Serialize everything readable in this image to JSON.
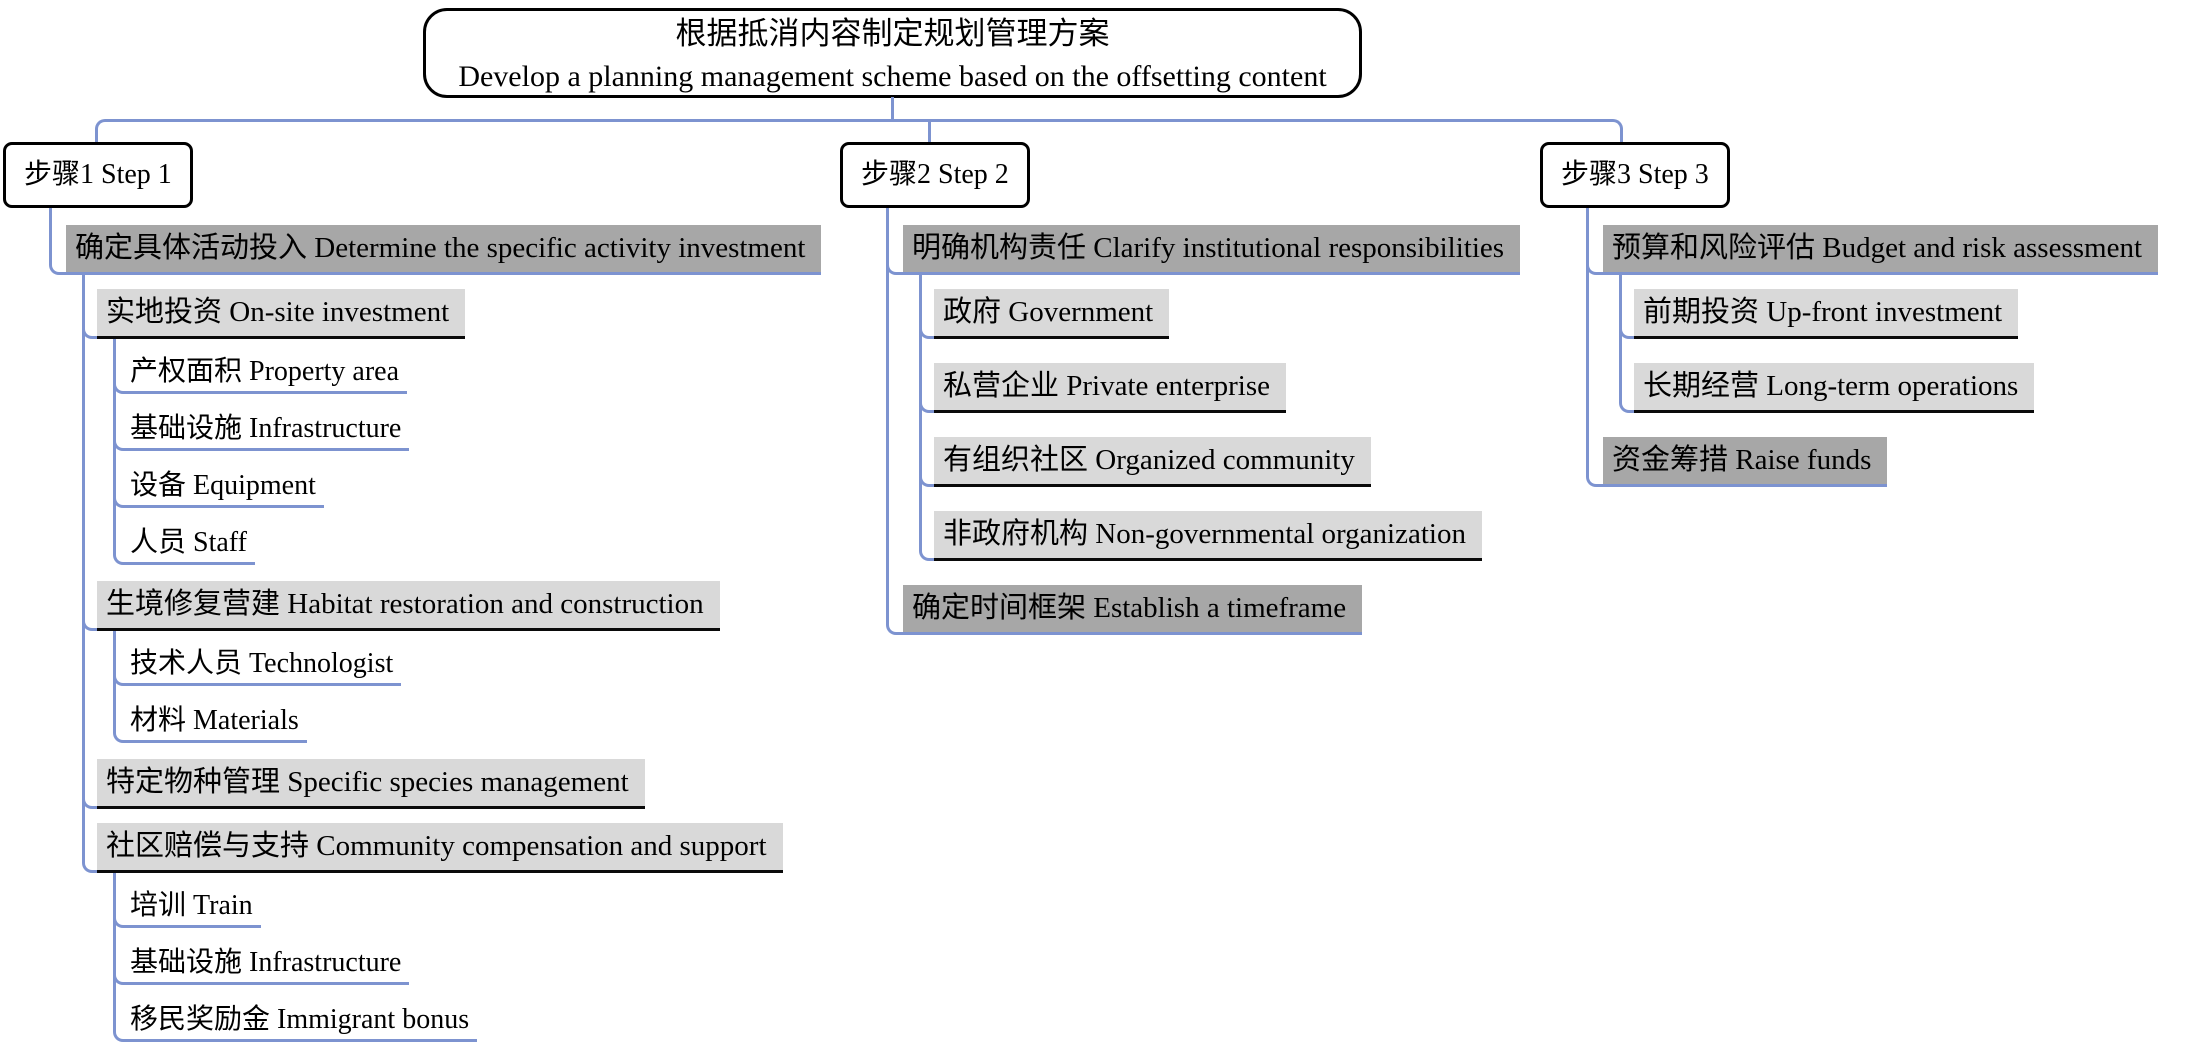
{
  "title": {
    "zh": "根据抵消内容制定规划管理方案",
    "en": "Develop a planning management scheme based on the offsetting content"
  },
  "colors": {
    "connector_blue": "#7d93d0",
    "dark_gray": "#a7a7a7",
    "light_gray": "#d9d9d9",
    "box_border": "#000000",
    "background": "#ffffff"
  },
  "steps": [
    {
      "label": "步骤1 Step 1",
      "children": [
        {
          "label": "确定具体活动投入 Determine the specific activity investment",
          "level": "dark",
          "children": [
            {
              "label": "实地投资 On-site investment",
              "level": "light",
              "children": [
                {
                  "label": "产权面积 Property area",
                  "level": "plain"
                },
                {
                  "label": "基础设施 Infrastructure",
                  "level": "plain"
                },
                {
                  "label": "设备 Equipment",
                  "level": "plain"
                },
                {
                  "label": "人员 Staff",
                  "level": "plain"
                }
              ]
            },
            {
              "label": "生境修复营建 Habitat restoration and construction",
              "level": "light",
              "children": [
                {
                  "label": "技术人员 Technologist",
                  "level": "plain"
                },
                {
                  "label": "材料 Materials",
                  "level": "plain"
                }
              ]
            },
            {
              "label": "特定物种管理 Specific species management",
              "level": "light",
              "children": []
            },
            {
              "label": "社区赔偿与支持 Community compensation and support",
              "level": "light",
              "children": [
                {
                  "label": "培训 Train",
                  "level": "plain"
                },
                {
                  "label": "基础设施 Infrastructure",
                  "level": "plain"
                },
                {
                  "label": "移民奖励金 Immigrant bonus",
                  "level": "plain"
                }
              ]
            }
          ]
        }
      ]
    },
    {
      "label": "步骤2 Step 2",
      "children": [
        {
          "label": "明确机构责任 Clarify institutional responsibilities",
          "level": "dark",
          "children": [
            {
              "label": "政府 Government",
              "level": "light",
              "children": []
            },
            {
              "label": "私营企业 Private enterprise",
              "level": "light",
              "children": []
            },
            {
              "label": "有组织社区 Organized community",
              "level": "light",
              "children": []
            },
            {
              "label": "非政府机构 Non-governmental organization",
              "level": "light",
              "children": []
            }
          ]
        },
        {
          "label": "确定时间框架 Establish a timeframe",
          "level": "dark",
          "children": []
        }
      ]
    },
    {
      "label": "步骤3 Step 3",
      "children": [
        {
          "label": "预算和风险评估 Budget and risk assessment",
          "level": "dark",
          "children": [
            {
              "label": "前期投资 Up-front investment",
              "level": "light",
              "children": []
            },
            {
              "label": "长期经营 Long-term operations",
              "level": "light",
              "children": []
            }
          ]
        },
        {
          "label": "资金筹措 Raise funds",
          "level": "dark",
          "children": []
        }
      ]
    }
  ]
}
